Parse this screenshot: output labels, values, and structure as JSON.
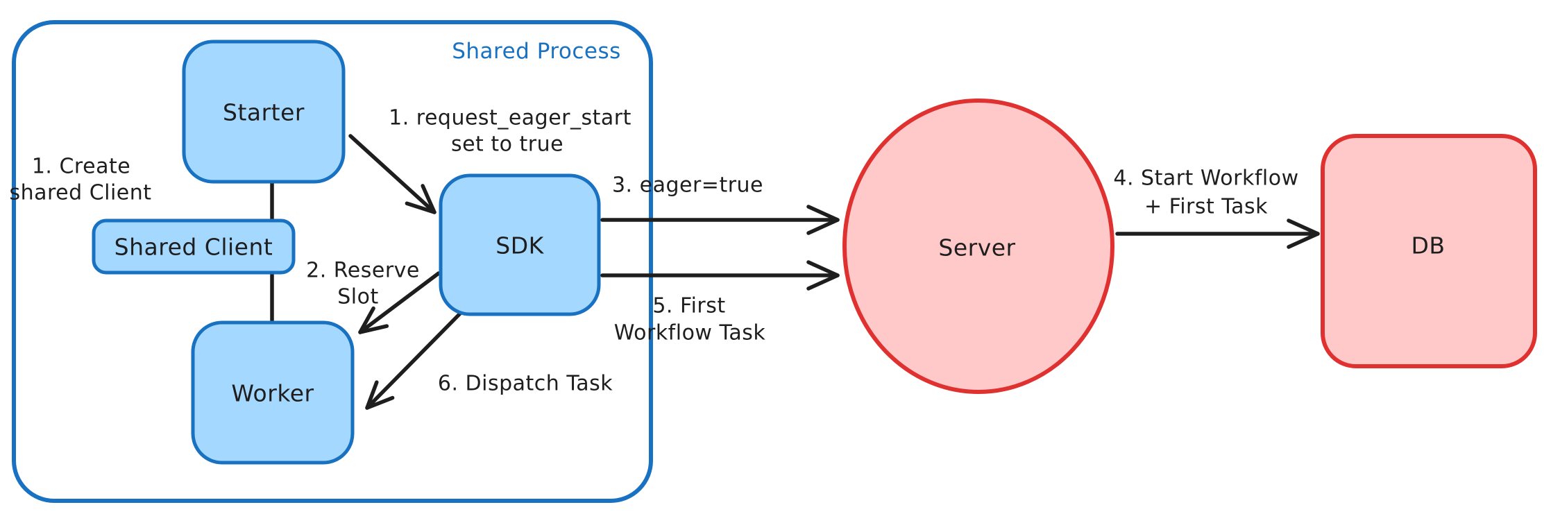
{
  "diagram": {
    "container_label": "Shared Process",
    "nodes": {
      "starter": "Starter",
      "shared_client": "Shared Client",
      "worker": "Worker",
      "sdk": "SDK",
      "server": "Server",
      "db": "DB"
    },
    "annotations": {
      "create_client_line1": "1. Create",
      "create_client_line2": "shared Client",
      "request_eager_line1": "1. request_eager_start",
      "request_eager_line2": "set to true",
      "reserve_slot_line1": "2. Reserve",
      "reserve_slot_line2": "Slot",
      "eager_true": "3. eager=true",
      "start_workflow_line1": "4. Start Workflow",
      "start_workflow_line2": "+ First Task",
      "first_task_line1": "5. First",
      "first_task_line2": "Workflow Task",
      "dispatch_task": "6. Dispatch Task"
    },
    "colors": {
      "blue_stroke": "#1971c2",
      "blue_fill": "#a5d8ff",
      "red_stroke": "#e03131",
      "red_fill": "#ffc9c9",
      "ink": "#1e1e1e",
      "background": "#ffffff"
    }
  }
}
